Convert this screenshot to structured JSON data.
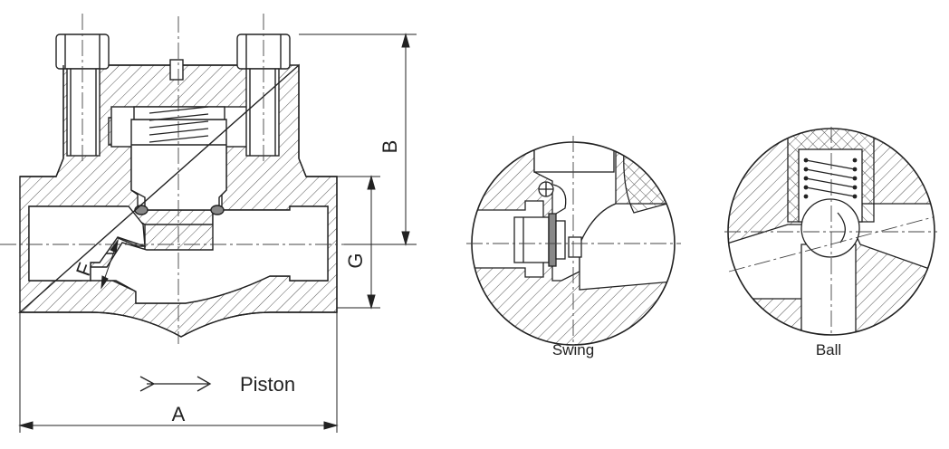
{
  "colors": {
    "stroke": "#222222",
    "hatch": "#555555",
    "background": "#ffffff",
    "center_line": "#444444"
  },
  "labels": {
    "dim_a": "A",
    "dim_b": "B",
    "dim_g": "G",
    "dim_f": "F",
    "piston": "Piston",
    "swing": "Swing",
    "ball": "Ball"
  },
  "icons": {
    "flow": "flow-direction-arrow-icon"
  }
}
